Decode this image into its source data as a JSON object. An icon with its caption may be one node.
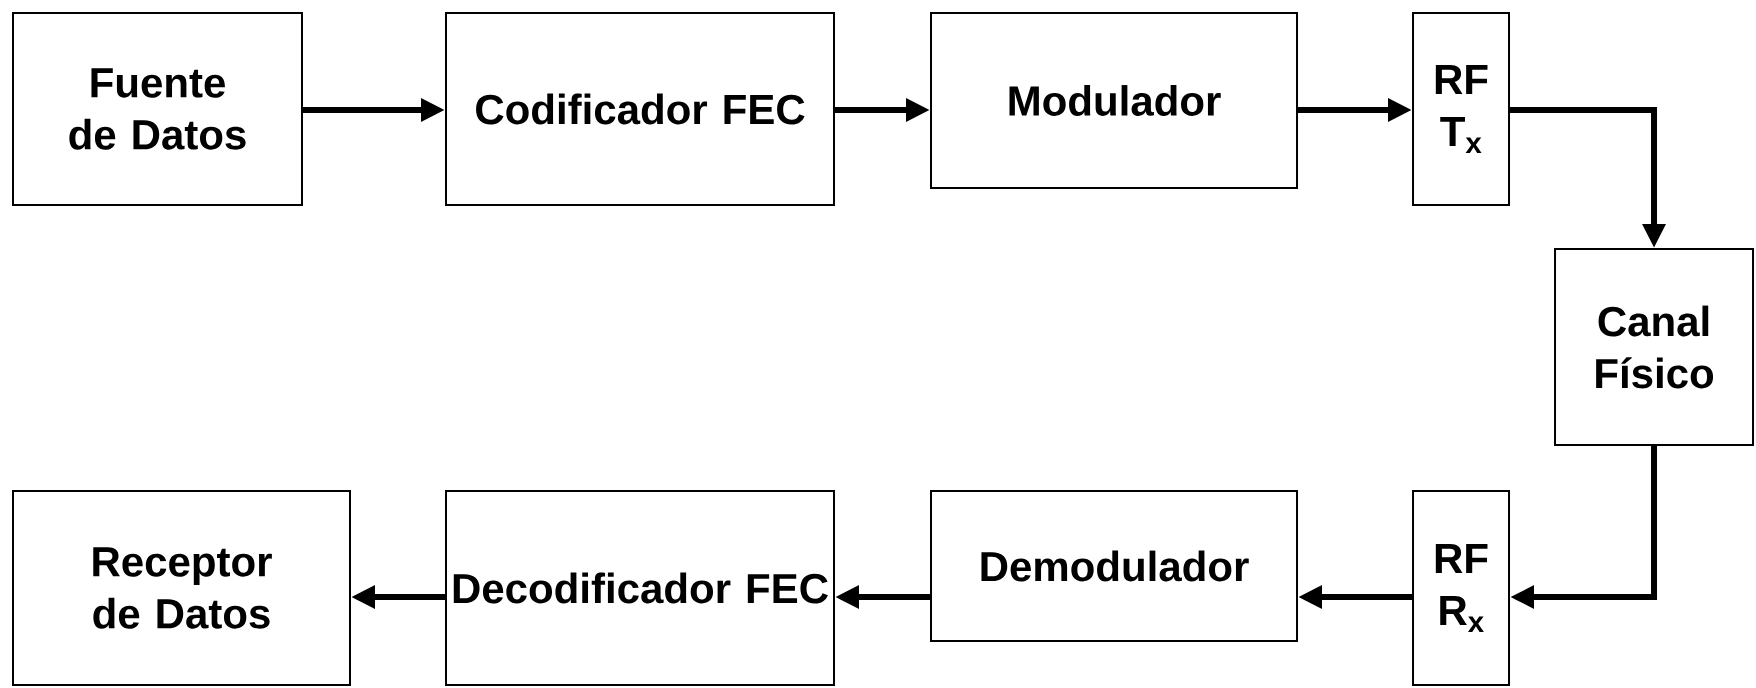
{
  "diagram": {
    "nodes": [
      {
        "text": [
          "Fuente de Datos"
        ]
      },
      {
        "text": [
          "Codificador FEC"
        ]
      },
      {
        "text": [
          "Modulador"
        ]
      },
      {
        "text": [
          "RF T$_{x}$"
        ]
      },
      {
        "text": [
          "Canal Físico"
        ]
      },
      {
        "text": [
          "RF R$_{x}$"
        ]
      },
      {
        "text": [
          "Demodulador"
        ]
      },
      {
        "text": [
          "Decodificador FEC"
        ]
      },
      {
        "text": [
          "Receptor de Datos"
        ]
      }
    ],
    "edges": [
      {
        "from": 0,
        "to": 1,
        "arrow": "to"
      },
      {
        "from": 1,
        "to": 2,
        "arrow": "to"
      },
      {
        "from": 2,
        "to": 3,
        "arrow": "to"
      },
      {
        "from": 3,
        "to": 4,
        "arrow": "to"
      },
      {
        "from": 4,
        "to": 5,
        "arrow": "to"
      },
      {
        "from": 5,
        "to": 6,
        "arrow": "to"
      },
      {
        "from": 6,
        "to": 7,
        "arrow": "to"
      },
      {
        "from": 7,
        "to": 8,
        "arrow": "to"
      }
    ]
  }
}
